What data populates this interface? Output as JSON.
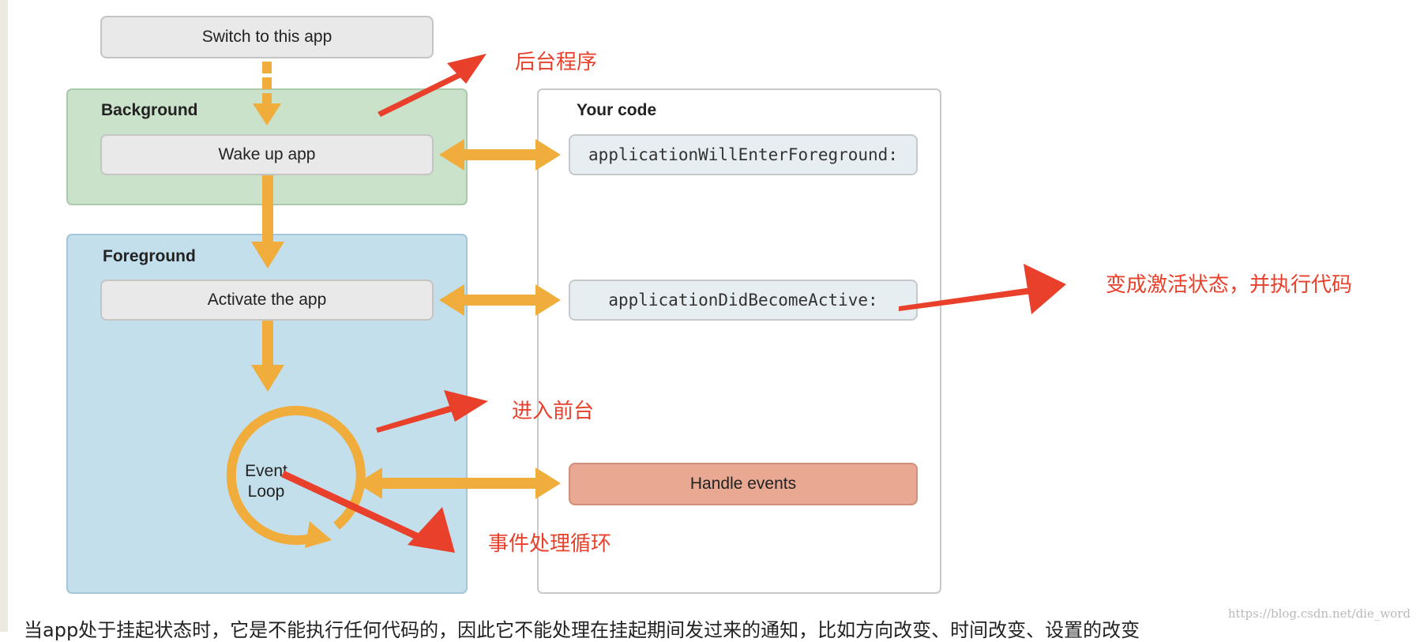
{
  "diagram": {
    "switch_box": "Switch to this app",
    "background": {
      "title": "Background",
      "wake_box": "Wake up app"
    },
    "foreground": {
      "title": "Foreground",
      "activate_box": "Activate the app",
      "loop_line1": "Event",
      "loop_line2": "Loop"
    },
    "your_code": {
      "title": "Your code",
      "will_enter": "applicationWillEnterForeground:",
      "did_become": "applicationDidBecomeActive:",
      "handle_events": "Handle events"
    }
  },
  "annotations": {
    "background_program": "后台程序",
    "become_active": "变成激活状态，并执行代码",
    "enter_foreground": "进入前台",
    "event_loop": "事件处理循环"
  },
  "bottom_text": "当app处于挂起状态时，它是不能执行任何代码的，因此它不能处理在挂起期间发过来的通知，比如方向改变、时间改变、设置的改变",
  "watermark": "https://blog.csdn.net/die_word",
  "colors": {
    "arrow_orange": "#f0ad3c",
    "annotation_red": "#e8402a",
    "background_panel": "#c9e2c9",
    "foreground_panel": "#c3dfeb",
    "handle_events_box": "#e9a892"
  }
}
